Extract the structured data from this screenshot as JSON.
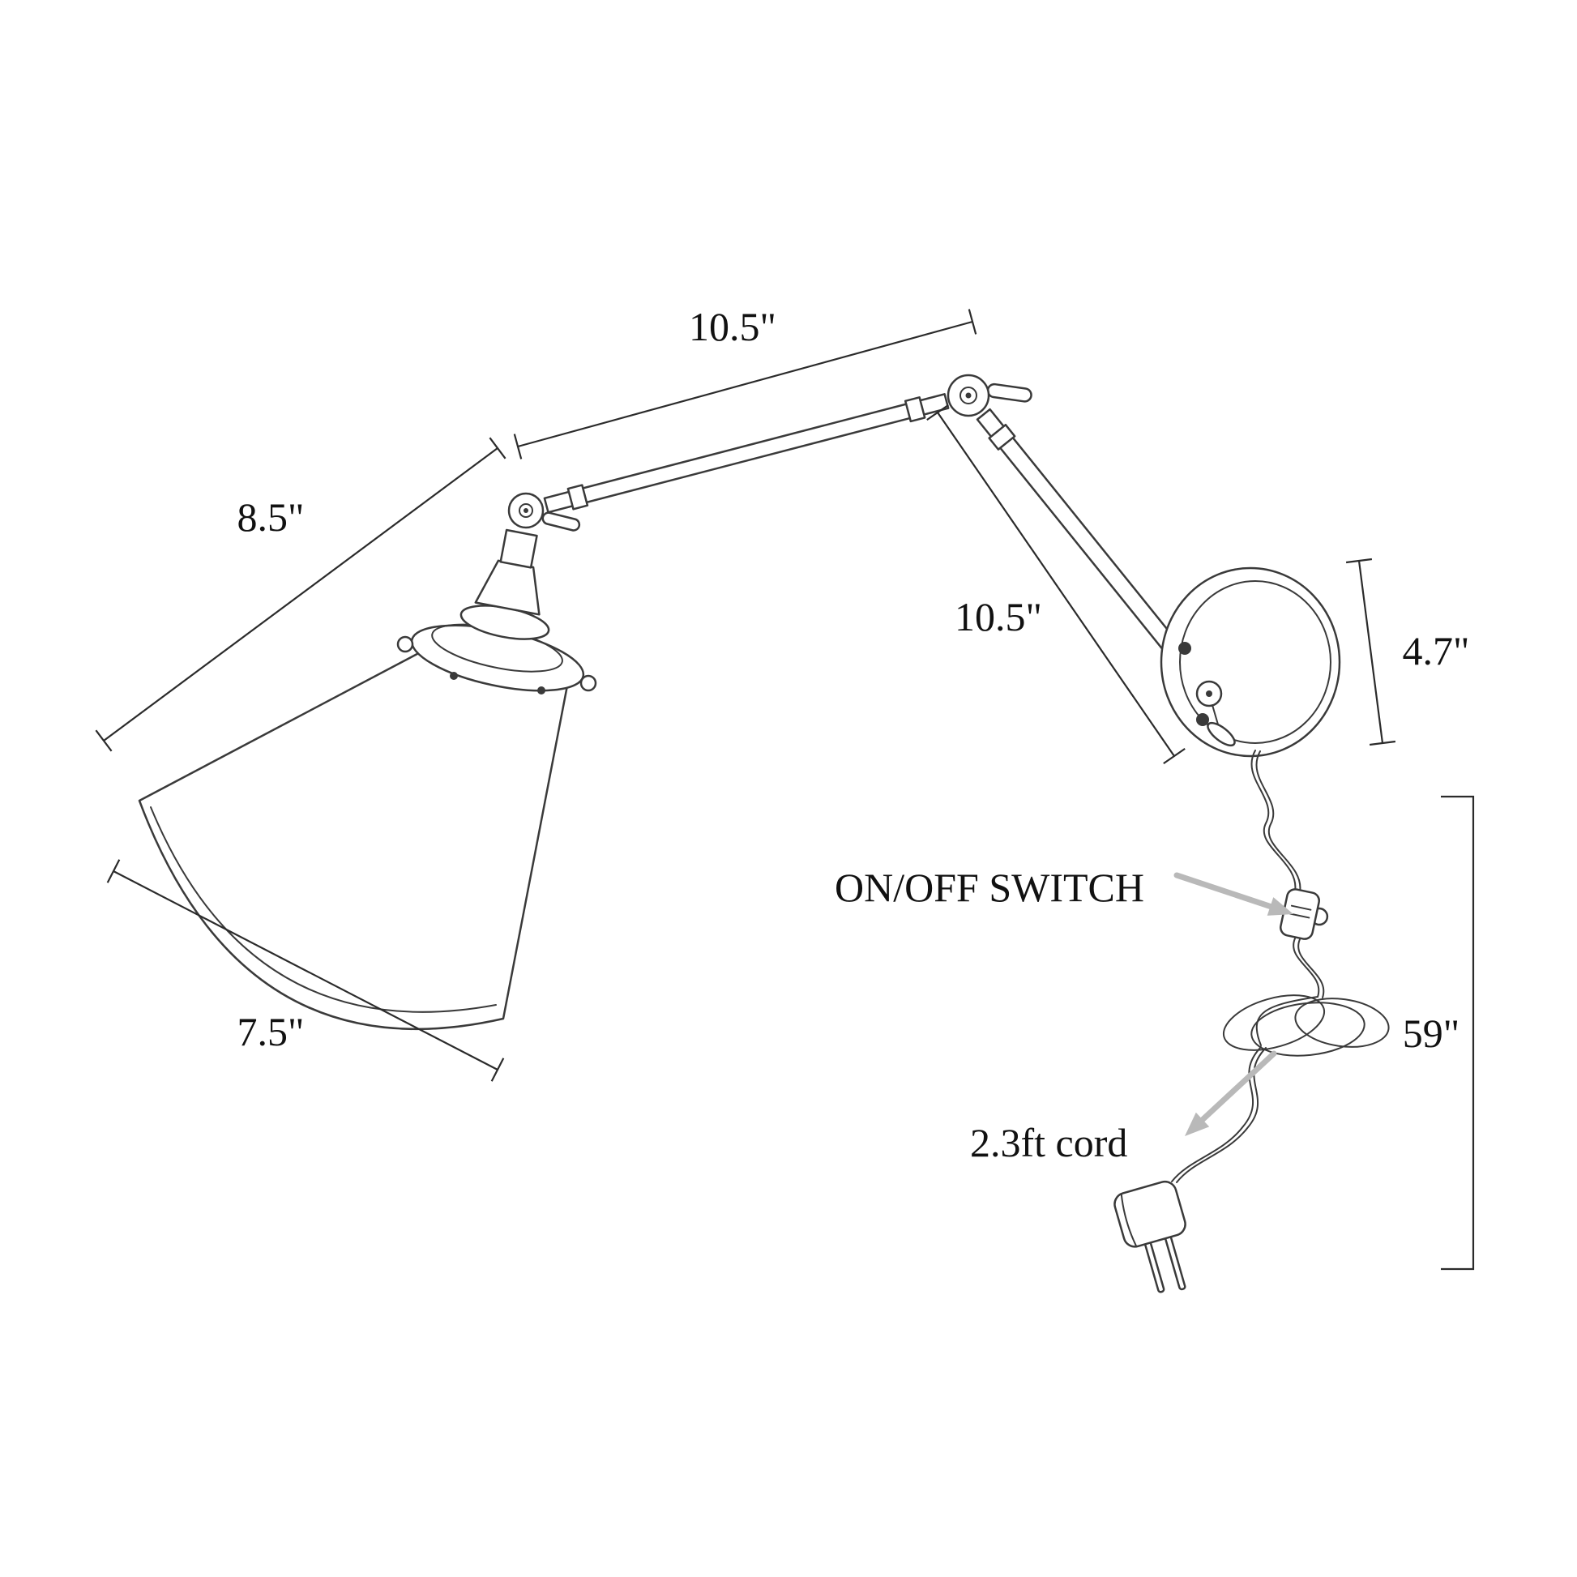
{
  "diagram": {
    "dimensions": {
      "upper_arm": "10.5\"",
      "shade_assembly": "8.5\"",
      "lower_arm": "10.5\"",
      "canopy_diameter": "4.7\"",
      "shade_width": "7.5\"",
      "cord_drop": "59\""
    },
    "annotations": {
      "switch_label": "ON/OFF SWITCH",
      "cord_label": "2.3ft cord"
    },
    "colors": {
      "line": "#3a3a3a",
      "dimension": "#2b2b2b",
      "text": "#111111",
      "arrow": "#b9b9b9",
      "background": "#ffffff"
    }
  }
}
